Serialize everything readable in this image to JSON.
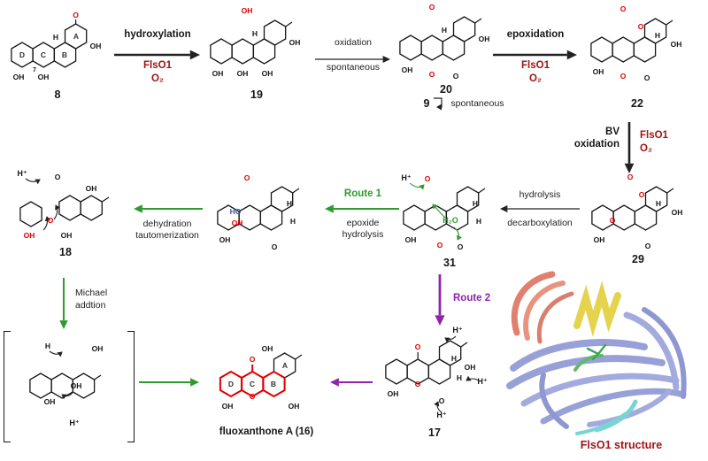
{
  "colors": {
    "dark_red": "#a01414",
    "green": "#2e9b2e",
    "purple": "#8e24aa",
    "red": "#e00000",
    "blue": "#3a57a7"
  },
  "labels": {
    "hydroxylation": "hydroxylation",
    "flso1": "FlsO1",
    "o2": "O₂",
    "oxidation": "oxidation",
    "spontaneous": "spontaneous",
    "epoxidation": "epoxidation",
    "bv_line1": "BV",
    "bv_line2": "oxidation",
    "hydrolysis": "hydrolysis",
    "decarboxylation": "decarboxylation",
    "route1": "Route 1",
    "epoxide": "epoxide",
    "hydrolysis2": "hydrolysis",
    "dehydration": "dehydration",
    "tautomerization": "tautomerization",
    "michael_line1": "Michael",
    "michael_line2": "addtion",
    "route2": "Route 2",
    "protein_caption": "FlsO1 structure"
  },
  "compounds": {
    "c8": {
      "number": "8",
      "ringA": "A",
      "ringB": "B",
      "ringC": "C",
      "ringD": "D",
      "atoms": [
        "O",
        "H",
        "OH",
        "OH",
        "OH",
        "7"
      ]
    },
    "c19": {
      "number": "19",
      "atoms": [
        "OH",
        "H",
        "OH",
        "OH",
        "OH",
        "OH"
      ]
    },
    "c20": {
      "number": "20",
      "alt_number": "9",
      "atoms": [
        "O",
        "H",
        "OH",
        "OH",
        "O",
        "O"
      ]
    },
    "c22": {
      "number": "22",
      "atoms": [
        "O",
        "O",
        "H",
        "OH",
        "OH",
        "O",
        "O"
      ]
    },
    "c29": {
      "number": "29",
      "atoms": [
        "O",
        "O",
        "O",
        "H",
        "OH",
        "OH",
        "O"
      ]
    },
    "c31": {
      "number": "31",
      "atoms": [
        "H⁺",
        "O",
        "H₂O",
        "OH",
        "H",
        "H",
        "O",
        "O"
      ]
    },
    "cint": {
      "atoms": [
        "O",
        "HO",
        "OH",
        "H",
        "H",
        "O",
        "OH"
      ]
    },
    "c18": {
      "number": "18",
      "atoms": [
        "H⁺",
        "O",
        "OH",
        "OH",
        "O",
        "OH"
      ]
    },
    "cbracket": {
      "atoms": [
        "H",
        "OH",
        "OH",
        "OH",
        "H⁺"
      ]
    },
    "c16": {
      "name": "fluoxanthone A (16)",
      "ringA": "A",
      "ringB": "B",
      "ringC": "C",
      "ringD": "D",
      "atoms": [
        "O",
        "OH",
        "OH",
        "O",
        "OH"
      ]
    },
    "c17": {
      "number": "17",
      "atoms": [
        "O",
        "H⁺",
        "H",
        "OH",
        "H",
        "O",
        "OH",
        "O",
        "H⁺",
        "H⁺"
      ]
    }
  }
}
